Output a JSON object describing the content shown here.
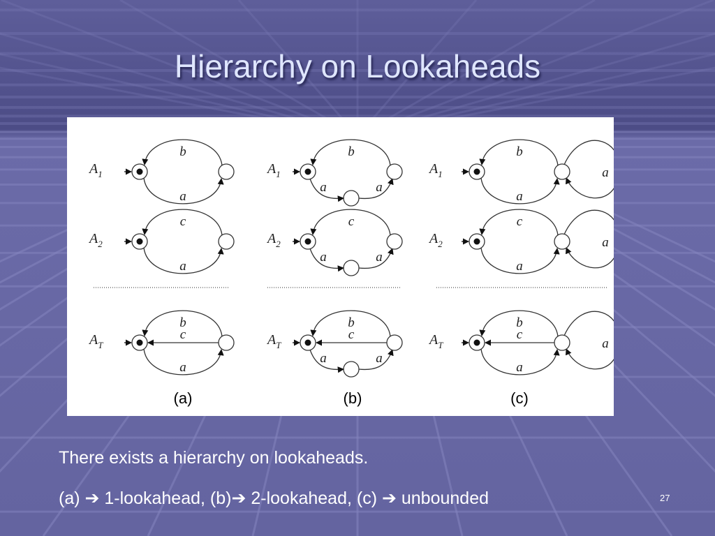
{
  "slide": {
    "title": "Hierarchy on Lookaheads",
    "page_number": "27",
    "colors": {
      "background": "#6a6aa6",
      "title": "#dfe6ff",
      "text": "#ffffff",
      "figure_bg": "#ffffff"
    }
  },
  "figure": {
    "panels": [
      {
        "caption": "(a)",
        "automata": [
          {
            "name": "A",
            "sub": "1",
            "top": "b",
            "bottom": "a",
            "cross": ""
          },
          {
            "name": "A",
            "sub": "2",
            "top": "c",
            "bottom": "a",
            "cross": ""
          },
          {
            "name": "A",
            "sub": "T",
            "top": "b",
            "bottom": "a",
            "cross": "c"
          }
        ]
      },
      {
        "caption": "(b)",
        "automata": [
          {
            "name": "A",
            "sub": "1",
            "top": "b",
            "bottom_left": "a",
            "bottom_right": "a",
            "cross": ""
          },
          {
            "name": "A",
            "sub": "2",
            "top": "c",
            "bottom_left": "a",
            "bottom_right": "a",
            "cross": ""
          },
          {
            "name": "A",
            "sub": "T",
            "top": "b",
            "bottom_left": "a",
            "bottom_right": "a",
            "cross": "c"
          }
        ]
      },
      {
        "caption": "(c)",
        "automata": [
          {
            "name": "A",
            "sub": "1",
            "top": "b",
            "bottom": "a",
            "loop": "a",
            "cross": ""
          },
          {
            "name": "A",
            "sub": "2",
            "top": "c",
            "bottom": "a",
            "loop": "a",
            "cross": ""
          },
          {
            "name": "A",
            "sub": "T",
            "top": "b",
            "bottom": "a",
            "loop": "a",
            "cross": "c"
          }
        ]
      }
    ]
  },
  "body": {
    "line1": "There exists a hierarchy on lookaheads.",
    "line2": [
      {
        "text": "(a) "
      },
      {
        "text": "➔",
        "icon": "right-arrow-icon"
      },
      {
        "text": " 1-lookahead, (b)"
      },
      {
        "text": "➔",
        "icon": "right-arrow-icon"
      },
      {
        "text": " 2-lookahead, (c) "
      },
      {
        "text": "➔",
        "icon": "right-arrow-icon"
      },
      {
        "text": " unbounded"
      }
    ]
  }
}
